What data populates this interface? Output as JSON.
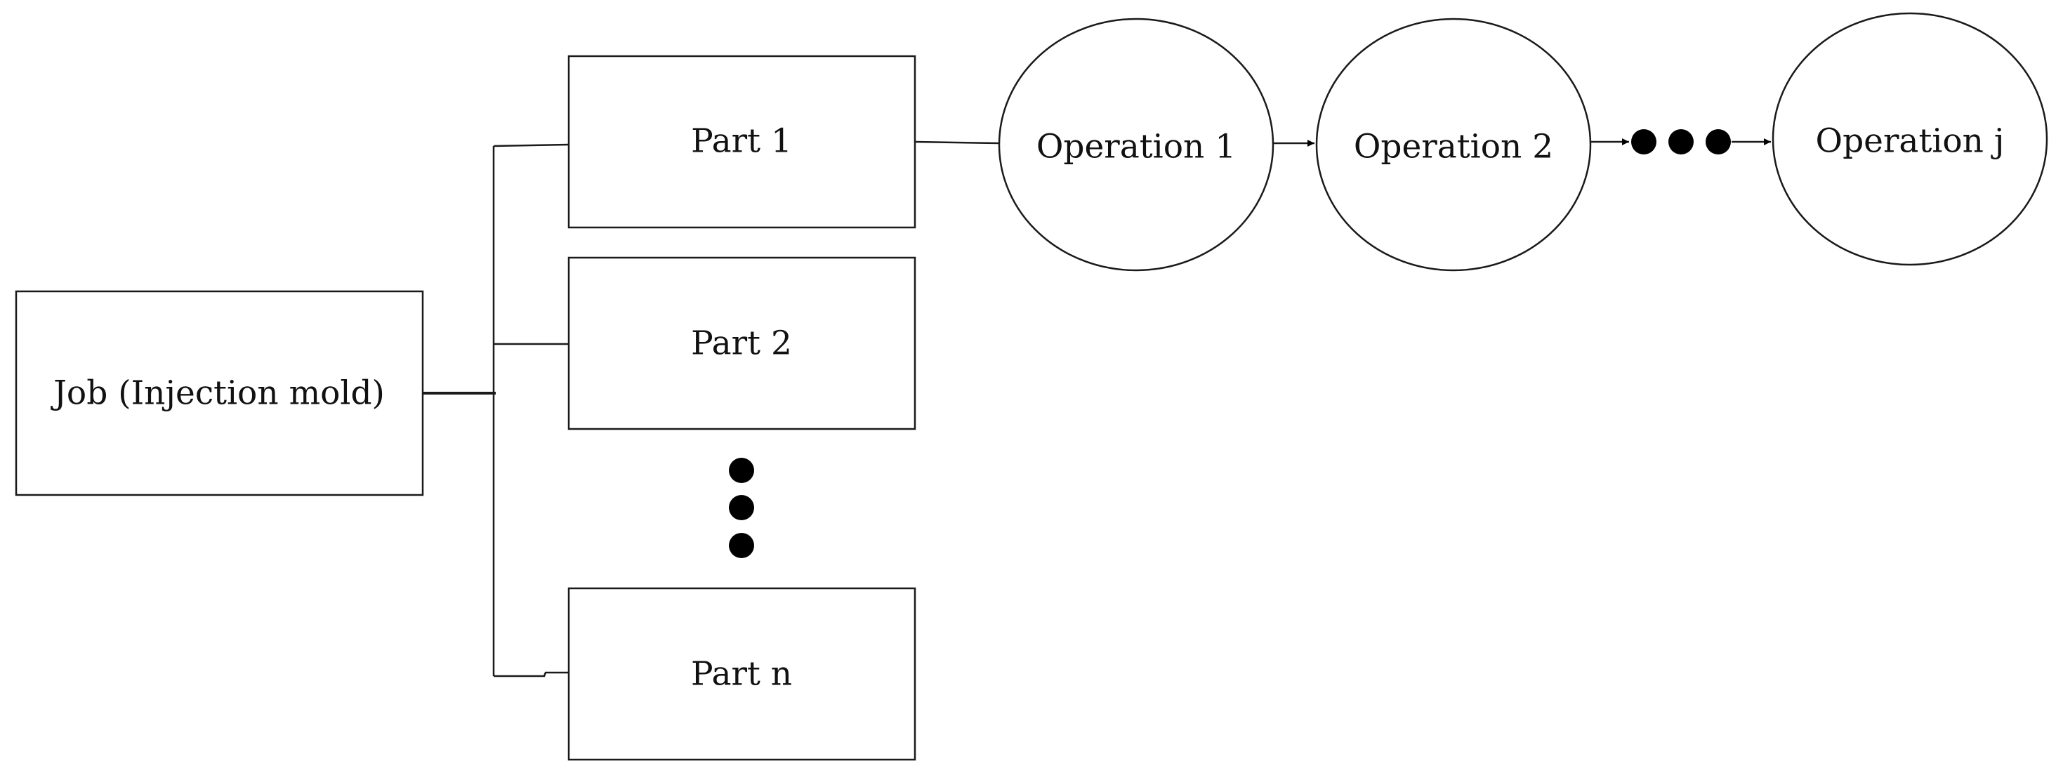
{
  "diagram": {
    "job": {
      "label": "Job (Injection mold)"
    },
    "parts": [
      {
        "label": "Part 1"
      },
      {
        "label": "Part 2"
      },
      {
        "label": "Part n"
      }
    ],
    "operations": [
      {
        "label": "Operation 1"
      },
      {
        "label": "Operation 2"
      },
      {
        "label": "Operation j"
      }
    ],
    "colors": {
      "stroke": "#1a1a1a",
      "fill": "#ffffff",
      "text": "#111111",
      "dots": "#000000"
    }
  }
}
